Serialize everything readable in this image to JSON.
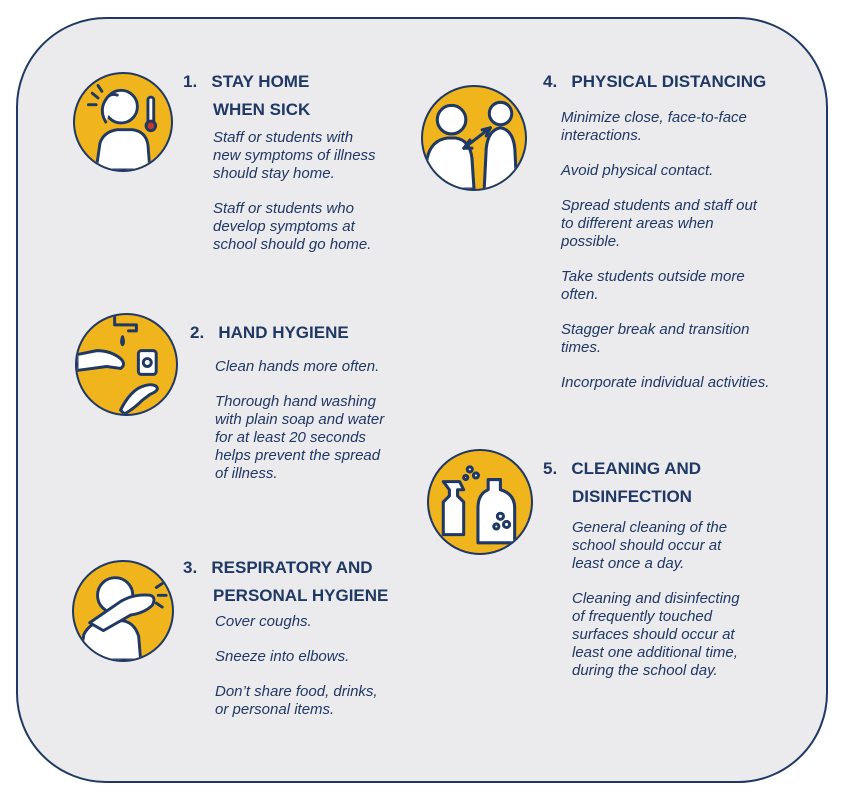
{
  "sections": [
    {
      "number": "1.",
      "title_line1": "STAY HOME",
      "title_line2": "WHEN SICK",
      "paragraphs": [
        "Staff or students with new symptoms of illness should stay home.",
        "Staff or students who develop symptoms at school should go home."
      ],
      "icon": "sick-person-thermometer-icon"
    },
    {
      "number": "2.",
      "title_line1": "HAND HYGIENE",
      "paragraphs": [
        "Clean hands more often.",
        "Thorough hand washing with plain soap and water for at least 20 seconds helps prevent the spread of illness."
      ],
      "icon": "hand-washing-icon"
    },
    {
      "number": "3.",
      "title_line1": "RESPIRATORY AND",
      "title_line2": "PERSONAL HYGIENE",
      "paragraphs": [
        "Cover coughs.",
        "Sneeze into elbows.",
        "Don’t share food, drinks, or personal items."
      ],
      "icon": "sneeze-into-elbow-icon"
    },
    {
      "number": "4.",
      "title_line1": "PHYSICAL DISTANCING",
      "paragraphs": [
        "Minimize close, face-to-face interactions.",
        "Avoid physical contact.",
        "Spread students and staff out to different areas when possible.",
        "Take students outside more often.",
        "Stagger break and transition times.",
        "Incorporate individual activities."
      ],
      "icon": "physical-distancing-icon"
    },
    {
      "number": "5.",
      "title_line1": "CLEANING AND",
      "title_line2": "DISINFECTION",
      "paragraphs": [
        "General cleaning of the school should occur at least once a day.",
        "Cleaning and disinfecting of frequently touched surfaces should occur at least one additional time, during the school day."
      ],
      "icon": "cleaning-supplies-icon"
    }
  ],
  "colors": {
    "accent": "#f0b41c",
    "navy": "#1f3864",
    "card_background": "#ebebed"
  }
}
